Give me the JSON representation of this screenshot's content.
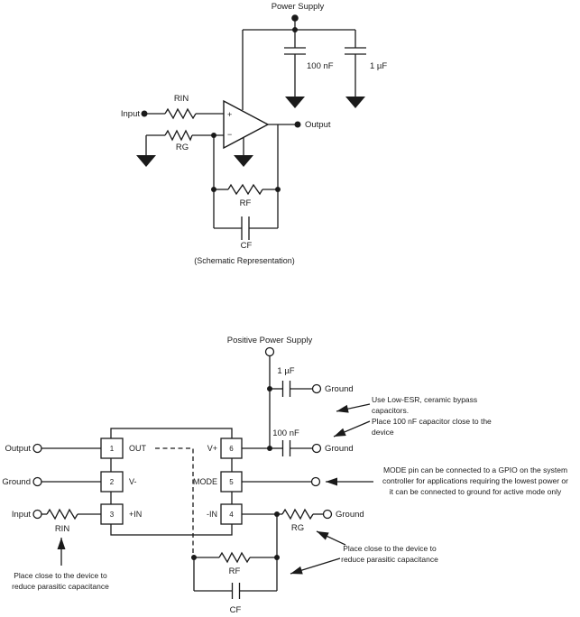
{
  "colors": {
    "ink": "#1a1a1a",
    "background": "#ffffff"
  },
  "top_schematic": {
    "power_supply": "Power Supply",
    "bypass_cap_small": "100 nF",
    "bypass_cap_large": "1 µF",
    "input": "Input",
    "output": "Output",
    "rin": "RIN",
    "rg": "RG",
    "rf": "RF",
    "cf": "CF",
    "opamp_plus": "+",
    "opamp_minus": "−",
    "caption": "(Schematic Representation)"
  },
  "pcb_layout": {
    "positive_power_supply": "Positive Power Supply",
    "cap_1uf": "1 µF",
    "cap_100nf": "100 nF",
    "ground_1uf": "Ground",
    "ground_100nf": "Ground",
    "output": "Output",
    "ground_left": "Ground",
    "input": "Input",
    "rin": "RIN",
    "rg": "RG",
    "ground_rg": "Ground",
    "rf": "RF",
    "cf": "CF",
    "ic": {
      "pins_left": [
        {
          "number": "1",
          "name": "OUT"
        },
        {
          "number": "2",
          "name": "V-"
        },
        {
          "number": "3",
          "name": "+IN"
        }
      ],
      "pins_right": [
        {
          "number": "6",
          "name": "V+"
        },
        {
          "number": "5",
          "name": "MODE"
        },
        {
          "number": "4",
          "name": "-IN"
        }
      ]
    }
  },
  "annotations": {
    "bypass": {
      "line1": "Use Low-ESR, ceramic bypass",
      "line2": "capacitors.",
      "line3": "Place 100 nF capacitor close to the",
      "line4": "device"
    },
    "mode": {
      "line1": "MODE pin can be connected to a GPIO on the system",
      "line2": "controller for applications requiring the lowest power or",
      "line3": "it can be connected to ground for active mode only"
    },
    "rin_note": {
      "line1": "Place close to the device to",
      "line2": "reduce parasitic capacitance"
    },
    "rf_rg_note": {
      "line1": "Place close to the device to",
      "line2": "reduce parasitic capacitance"
    }
  }
}
